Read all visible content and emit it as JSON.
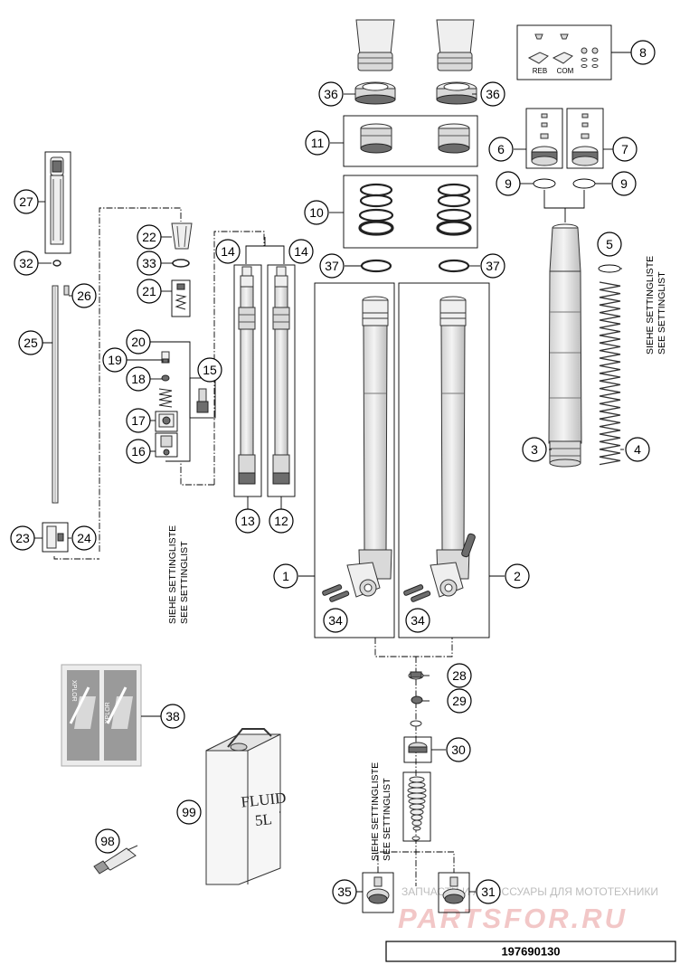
{
  "callouts": {
    "c1": "1",
    "c2": "2",
    "c3": "3",
    "c4": "4",
    "c5": "5",
    "c6": "6",
    "c7": "7",
    "c8": "8",
    "c9a": "9",
    "c9b": "9",
    "c10": "10",
    "c11": "11",
    "c12": "12",
    "c13": "13",
    "c14a": "14",
    "c14b": "14",
    "c15": "15",
    "c16": "16",
    "c17": "17",
    "c18": "18",
    "c19": "19",
    "c20": "20",
    "c21": "21",
    "c22": "22",
    "c23": "23",
    "c24": "24",
    "c25": "25",
    "c26": "26",
    "c27": "27",
    "c28": "28",
    "c29": "29",
    "c30": "30",
    "c31": "31",
    "c32": "32",
    "c33": "33",
    "c34a": "34",
    "c34b": "34",
    "c35": "35",
    "c36a": "36",
    "c36b": "36",
    "c37a": "37",
    "c37b": "37",
    "c38": "38",
    "c98": "98",
    "c99": "99"
  },
  "setting_notes": {
    "left_de": "SIEHE SETTINGLISTE",
    "left_en": "SEE SETTINGLIST",
    "right_de": "SIEHE SETTINGLISTE",
    "right_en": "SEE SETTINGLIST",
    "bottom_de": "SIEHE SETTINGLISTE",
    "bottom_en": "SEE SETTINGLIST"
  },
  "adjuster_labels": {
    "reb": "REB",
    "com": "COM"
  },
  "fluid_can": {
    "line1": "FLUID",
    "line2": "5L"
  },
  "decal_text": {
    "left": "XPLOR",
    "right": "XPLOR"
  },
  "watermark": {
    "line1": "ЗАПЧАСТИ И АКСЕССУАРЫ ДЛЯ МОТОТЕХНИКИ",
    "line2": "PARTSFOR.RU"
  },
  "drawing_number": "197690130"
}
